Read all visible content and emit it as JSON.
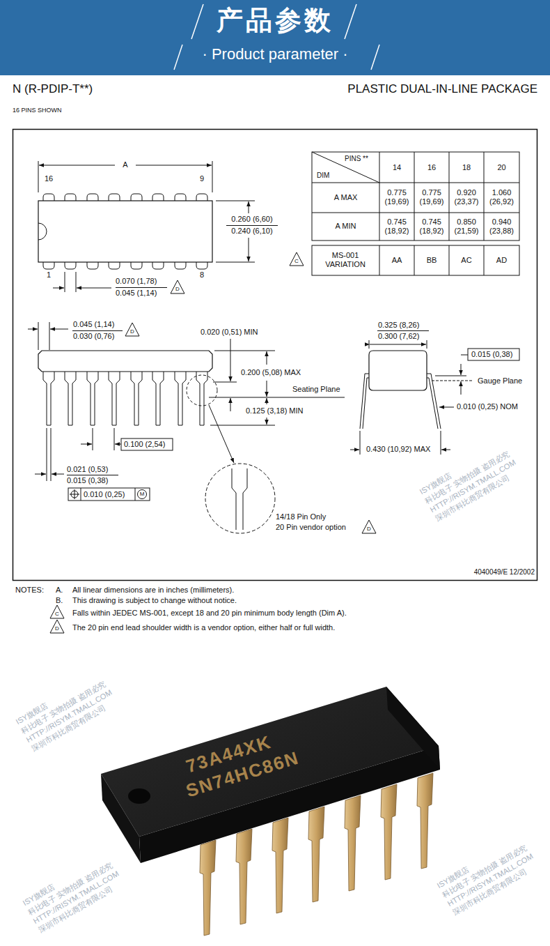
{
  "diagram": {
    "nodes": [
      {
        "text": [
          "产品参数",
          "· Product parameter ·"
        ]
      }
    ],
    "labels": [
      "N (R-PDIP-T**)",
      "16 PINS SHOWN",
      "PLASTIC DUAL-IN-LINE PACKAGE",
      "A",
      "16",
      "9",
      "1",
      "8",
      "0.260 (6,60)",
      "0.240 (6,10)",
      "0.070 (1,78)",
      "0.045 (1,14)",
      "D",
      "PINS **",
      "DIM",
      "14",
      "16",
      "18",
      "20",
      "A MAX",
      "0.775 (19,69)",
      "0.775 (19,69)",
      "0.920 (23,37)",
      "1.060 (26,92)",
      "A MIN",
      "0.745 (18,92)",
      "0.745 (18,92)",
      "0.850 (21,59)",
      "0.940 (23,88)",
      "C",
      "MS-001 VARIATION",
      "AA",
      "BB",
      "AC",
      "AD",
      "0.045 (1,14)",
      "0.030 (0,76)",
      "D",
      "0.020 (0,51) MIN",
      "0.200 (5,08) MAX",
      "Seating Plane",
      "0.125 (3,18) MIN",
      "0.100 (2,54)",
      "0.021 (0,53)",
      "0.015 (0,38)",
      "0.010 (0,25)",
      "M",
      "14/18 Pin Only",
      "20 Pin vendor option",
      "D",
      "0.325 (8,26)",
      "0.300 (7,62)",
      "0.015 (0,38)",
      "Gauge Plane",
      "0.010 (0,25) NOM",
      "0.430 (10,92) MAX",
      "4040049/E  12/2002",
      "NOTES:",
      "A.",
      "All linear dimensions are in inches (millimeters).",
      "B.",
      "This drawing is subject to change without notice.",
      "C",
      "Falls within JEDEC MS-001, except 18 and 20 pin minimum body length (Dim A).",
      "D",
      "The 20 pin end lead shoulder width is a vendor option, either half or full width.",
      "73A44XK",
      "SN74HC86N",
      "ISY旗舰店",
      "科比电子 实物拍摄 盗用必究",
      "HTTP://RISYM.TMALL.COM",
      "深圳市科比商贸有限公司",
      "ISY旗舰店",
      "科比电子 实物拍摄 盗用必究",
      "HTTP://RISYM.TMALL.COM",
      "深圳市科比商贸有限公司",
      "ISY旗舰店",
      "科比电子 实物拍摄 盗用必究",
      "HTTP://RISYM.TMALL.COM",
      "深圳市科比商贸有限公司",
      "ISY旗舰店",
      "科比电子 实物拍摄 盗用必究",
      "HTTP://RISYM.TMALL.COM",
      "深圳市科比商贸有限公司"
    ]
  }
}
